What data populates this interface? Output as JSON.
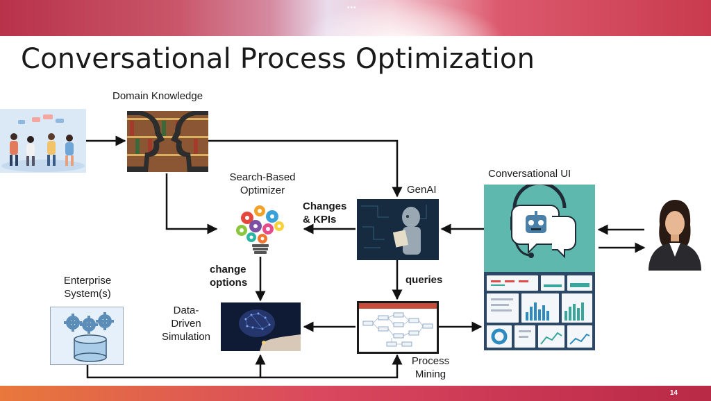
{
  "slide": {
    "title": "Conversational Process Optimization",
    "page_number": "14",
    "top_dots": "•••"
  },
  "labels": {
    "domain_knowledge": "Domain Knowledge",
    "search_optimizer_1": "Search-Based",
    "search_optimizer_2": "Optimizer",
    "genai": "GenAI",
    "conversational_ui": "Conversational UI",
    "changes_kpis_1": "Changes",
    "changes_kpis_2": "& KPIs",
    "change_options_1": "change",
    "change_options_2": "options",
    "queries": "queries",
    "enterprise_1": "Enterprise",
    "enterprise_2": "System(s)",
    "simulation_1": "Data-",
    "simulation_2": "Driven",
    "simulation_3": "Simulation",
    "process_mining_1": "Process",
    "process_mining_2": "Mining"
  },
  "colors": {
    "accent": "#c93a4e",
    "teal": "#5fb8ae",
    "gear_blue": "#5b8db8"
  }
}
